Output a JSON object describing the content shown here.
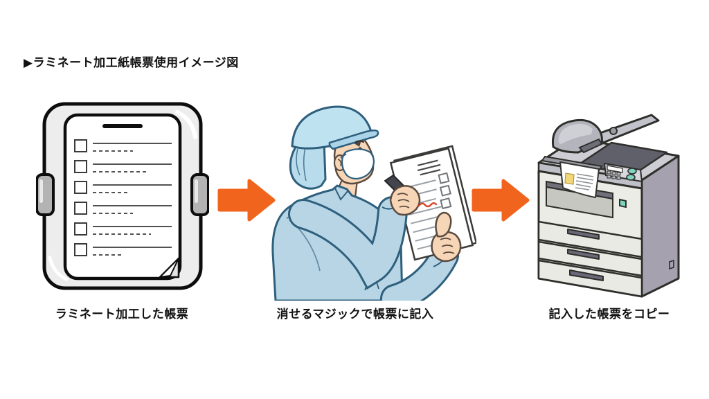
{
  "page": {
    "background": "#ffffff"
  },
  "header": {
    "title": "▶ラミネート加工紙帳票使用イメージ図"
  },
  "steps": [
    {
      "name": "laminated-form",
      "caption": "ラミネート加工した帳票"
    },
    {
      "name": "write-with-erasable-marker",
      "caption": "消せるマジックで帳票に記入"
    },
    {
      "name": "copy-filled-form",
      "caption": "記入した帳票をコピー"
    }
  ],
  "flow": {
    "arrow_color": "#f0641e",
    "direction": "left-to-right"
  },
  "palette": {
    "outline_dark": "#0d0d0d",
    "illustration_outline": "#2e5f7d",
    "jacket_blue": "#b7d5e5",
    "cap_blue": "#bfe2f1",
    "skin": "#f6d6b6",
    "mask_white": "#ffffff",
    "ink_red": "#d8452e",
    "copier_front": "#ecece6",
    "copier_side": "#a5a1ae",
    "copier_platen": "#60606b",
    "button_teal": "#7fd4c0",
    "paper_yellow": "#f2d879"
  }
}
